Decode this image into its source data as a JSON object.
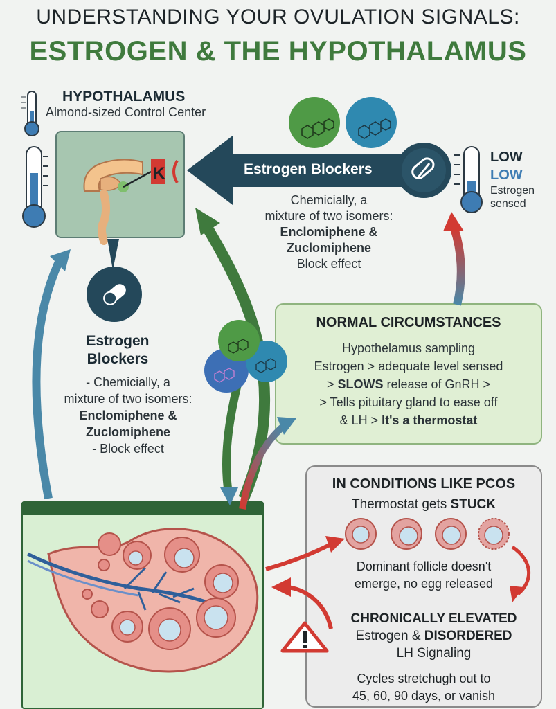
{
  "header": {
    "title_line1": "UNDERSTANDING YOUR OVULATION SIGNALS:",
    "title_line2": "ESTROGEN & THE HYPOTHALAMUS"
  },
  "hypothalamus": {
    "title": "HYPOTHALAMUS",
    "subtitle": "Almond-sized Control Center"
  },
  "banner": {
    "label": "Estrogen Blockers"
  },
  "center_note": {
    "line1": "Chemicially, a",
    "line2": "mixture of two isomers:",
    "line3": "Enclomiphene &",
    "line4": "Zuclomiphene",
    "line5": "Block effect"
  },
  "low_indicator": {
    "low1": "LOW",
    "low2": "LOW",
    "line1": "Estrogen",
    "line2": "sensed"
  },
  "left_note": {
    "heading1": "Estrogen",
    "heading2": "Blockers",
    "line1": "- Chemicially, a",
    "line2": "mixture of two isomers:",
    "line3": "Enclomiphene &",
    "line4": "Zuclomiphene",
    "line5": "- Block effect"
  },
  "normal": {
    "heading": "NORMAL CIRCUMSTANCES",
    "line1": "Hypothelamus sampling",
    "line2": "Estrogen > adequate level sensed",
    "line3_pre": "> ",
    "line3_bold": "SLOWS",
    "line3_post": " release of GnRH >",
    "line4": "> Tells pituitary gland to ease off",
    "line5_pre": "& LH > ",
    "line5_bold": "It's a thermostat"
  },
  "pcos": {
    "heading": "IN CONDITIONS LIKE PCOS",
    "sub_pre": "Thermostat gets ",
    "sub_bold": "STUCK",
    "follicle_line1": "Dominant follicle doesn't",
    "follicle_line2": "emerge, no egg released",
    "chronic_bold1": "CHRONICALLY ELEVATED",
    "chronic_pre2": "Estrogen & ",
    "chronic_bold2": "DISORDERED",
    "chronic_line3": "LH Signaling",
    "cycles_line1": "Cycles stretchugh out to",
    "cycles_line2": "45, 60, 90 days, or vanish"
  },
  "colors": {
    "title_green": "#3f7a3d",
    "banner_teal": "#24485a",
    "arrow_green": "#3f7a3d",
    "arrow_red": "#d23a32",
    "arrow_blue": "#4a88a8"
  }
}
